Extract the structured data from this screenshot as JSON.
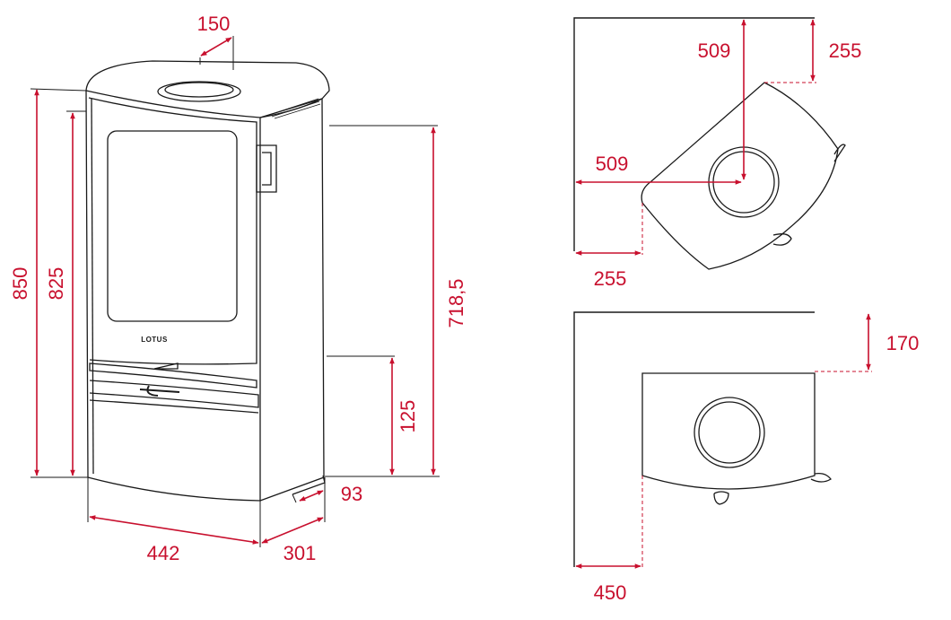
{
  "colors": {
    "dimension": "#c8102e",
    "outline": "#1a1a1a",
    "background": "#ffffff"
  },
  "logo": "LOTUS",
  "front_view": {
    "flue_diameter": "150",
    "total_height": "850",
    "body_height": "825",
    "outlet_height": "718,5",
    "inlet_height": "125",
    "width": "442",
    "depth": "301",
    "inlet_offset": "93"
  },
  "corner_view": {
    "clearance_vertical": "509",
    "clearance_top": "255",
    "clearance_horizontal": "509",
    "clearance_left": "255"
  },
  "wall_view": {
    "clearance_back": "170",
    "clearance_side": "450"
  }
}
